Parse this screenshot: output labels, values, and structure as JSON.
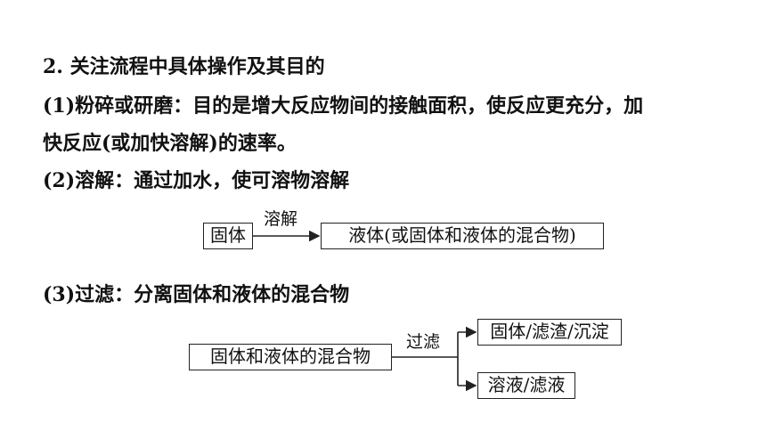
{
  "heading": "2. 关注流程中具体操作及其目的",
  "item1": {
    "line1": "(1)粉碎或研磨：目的是增大反应物间的接触面积，使反应更充分，加",
    "line2": "快反应(或加快溶解)的速率。"
  },
  "item2": {
    "text": "(2)溶解：通过加水，使可溶物溶解",
    "diagram": {
      "from": "固体",
      "arrow_label": "溶解",
      "to": "液体(或固体和液体的混合物)"
    }
  },
  "item3": {
    "text": "(3)过滤：分离固体和液体的混合物",
    "diagram": {
      "from": "固体和液体的混合物",
      "arrow_label": "过滤",
      "to_top": "固体/滤渣/沉淀",
      "to_bottom": "溶液/滤液"
    }
  }
}
